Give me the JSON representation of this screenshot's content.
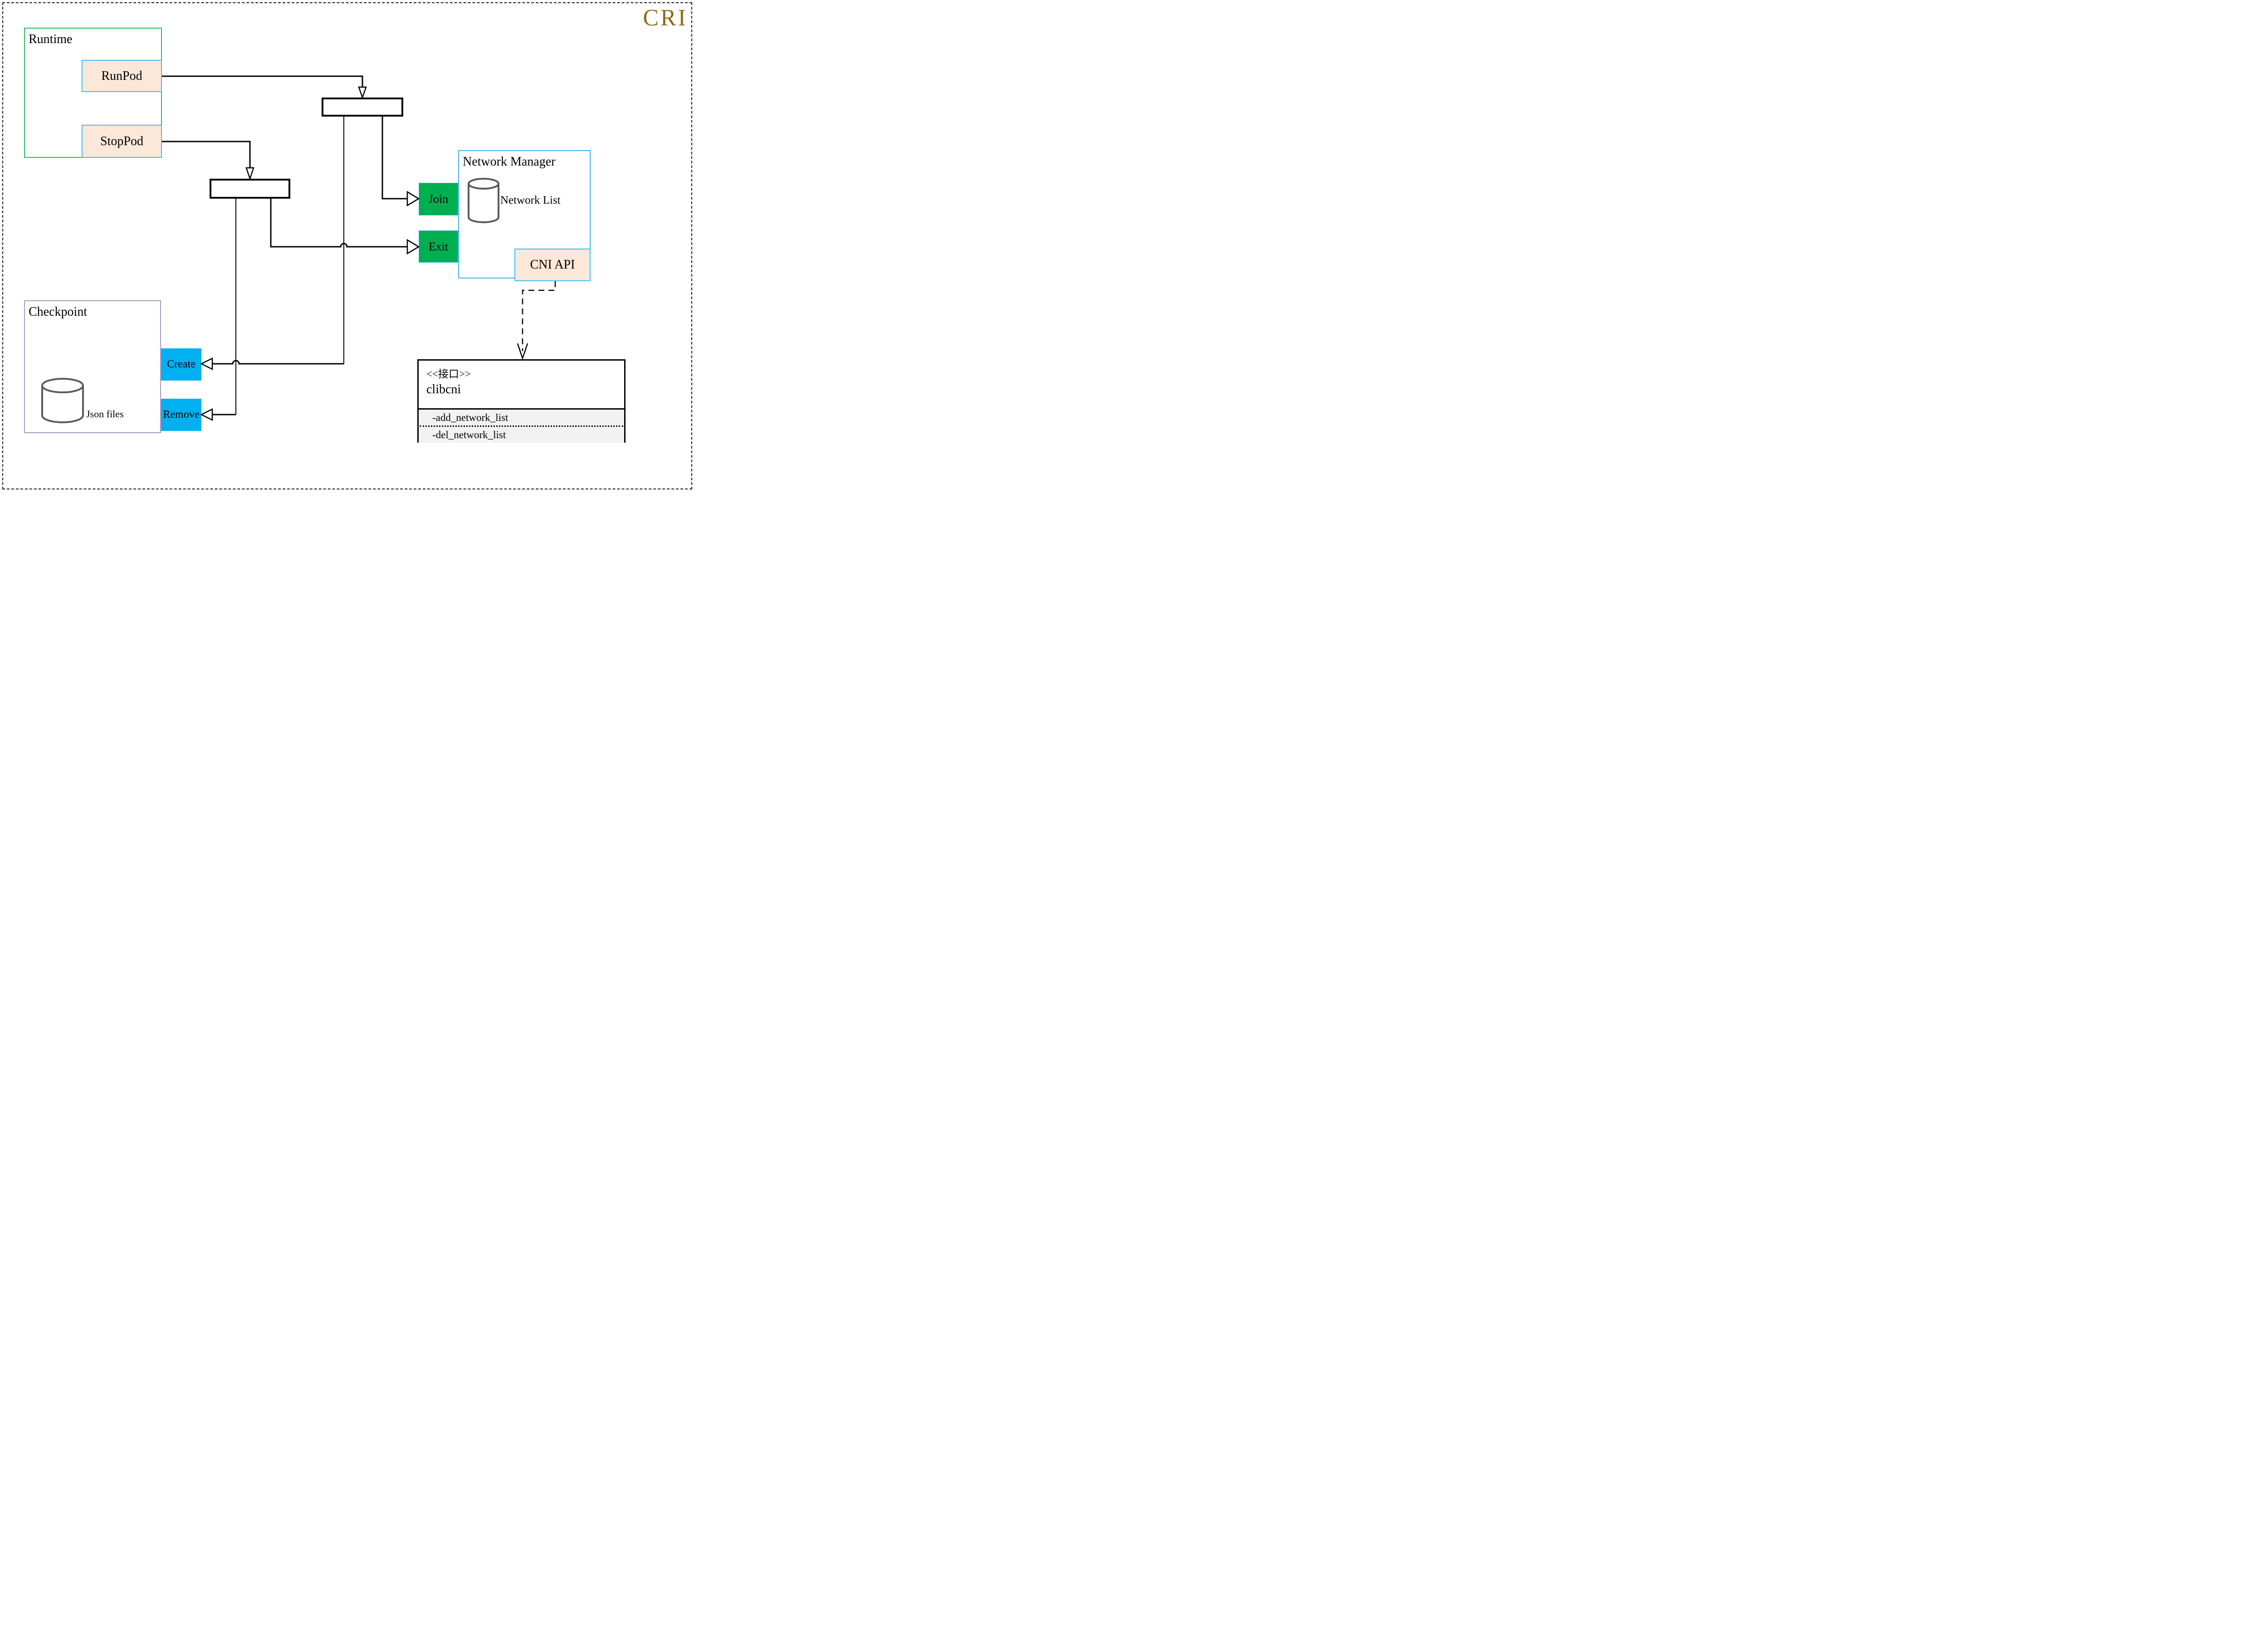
{
  "title": "CRI",
  "runtime": {
    "label": "Runtime",
    "runpod": "RunPod",
    "stoppod": "StopPod"
  },
  "network_manager": {
    "label": "Network Manager",
    "network_list": "Network List",
    "cni_api": "CNI API",
    "join": "Join",
    "exit": "Exit"
  },
  "checkpoint": {
    "label": "Checkpoint",
    "json_files": "Json files",
    "create": "Create",
    "remove": "Remove"
  },
  "interface_box": {
    "stereotype": "<<接口>>",
    "name": "clibcni",
    "methods": [
      "-add_network_list",
      "-del_network_list"
    ]
  },
  "icons": {
    "network_list_icon": "database-cylinder",
    "json_files_icon": "database-cylinder"
  },
  "colors": {
    "title_gold": "#8d6e12",
    "runtime_border_green": "#27b85e",
    "checkpoint_border_purple": "#a79ac6",
    "peach_fill": "#fce8d9",
    "light_blue_border": "#41bdf3",
    "action_green_fill": "#00b050",
    "action_blue_fill": "#00b0f0",
    "attr_section_gray": "#f2f2f2",
    "cylinder_gray": "#5a5a5a"
  }
}
